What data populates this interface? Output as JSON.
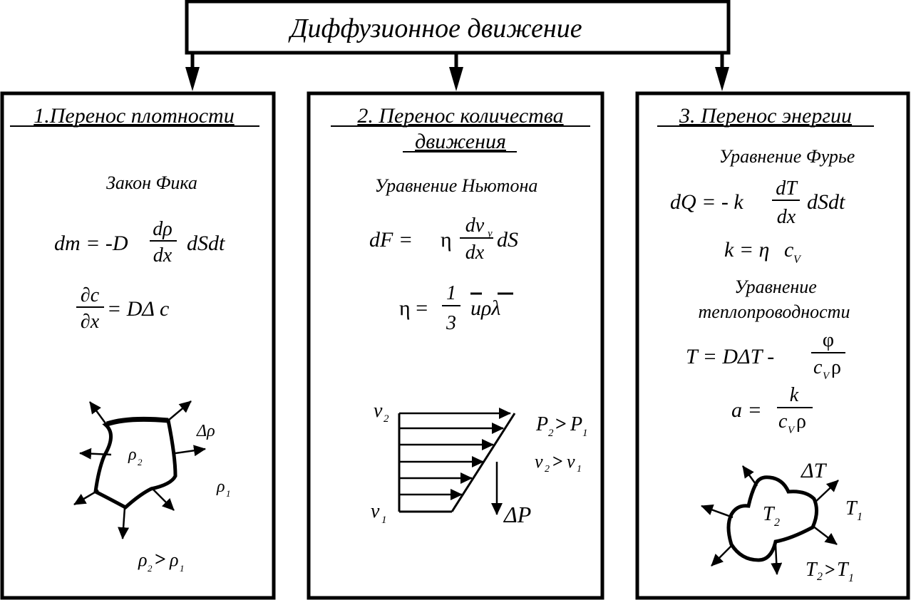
{
  "title": "Диффузионное движение",
  "panels": [
    {
      "heading": "1.Перенос плотности",
      "law": "Закон Фика",
      "eq1": {
        "lhs": "dm = -D",
        "num": "dρ",
        "den": "dx",
        "rhs": "dSdt"
      },
      "eq2": {
        "num": "∂c",
        "den": "∂x",
        "rhs": "= DΔ c"
      },
      "diagram": {
        "inner": "ρ",
        "inner_sub": "2",
        "delta": "Δρ",
        "outer": "ρ",
        "outer_sub": "1",
        "relation": {
          "a": "ρ",
          "a_sub": "2",
          "op": ">",
          "b": "ρ",
          "b_sub": "1"
        }
      }
    },
    {
      "heading_line1": "2. Перенос количества",
      "heading_line2": "движения",
      "law": "Уравнение Ньютона",
      "eq1": {
        "lhs": "dF =",
        "eta": "η",
        "num": "dv",
        "num_sub": "y",
        "den": "dx",
        "rhs": "dS"
      },
      "eq2": {
        "lhs": "η =",
        "num": "1",
        "den": "3",
        "rhs": "uρλ"
      },
      "diagram": {
        "top": "v",
        "top_sub": "2",
        "bottom": "v",
        "bottom_sub": "1",
        "p_rel": {
          "a": "P",
          "a_sub": "2",
          "op": ">",
          "b": "P",
          "b_sub": "1"
        },
        "v_rel": {
          "a": "v",
          "a_sub": "2",
          "op": ">",
          "b": "v",
          "b_sub": "1"
        },
        "delta": "ΔP"
      }
    },
    {
      "heading": "3. Перенос энергии",
      "law": "Уравнение Фурье",
      "eq1": {
        "lhs": "dQ = - k",
        "num": "dT",
        "den": "dx",
        "rhs": "dSdt"
      },
      "eq2": {
        "lhs": "k = η",
        "c": "c",
        "c_sub": "V"
      },
      "law2_line1": "Уравнение",
      "law2_line2": "теплопроводности",
      "eq3": {
        "lhs": "T =  DΔT -",
        "num": "φ",
        "den_c": "c",
        "den_sub": "V",
        "den_rho": "ρ"
      },
      "eq4": {
        "lhs": "a =",
        "num": "k",
        "den_c": "c",
        "den_sub": "V",
        "den_rho": "ρ"
      },
      "diagram": {
        "inner": "T",
        "inner_sub": "2",
        "delta": "ΔT",
        "outer": "T",
        "outer_sub": "1",
        "relation": {
          "a": "T",
          "a_sub": "2",
          "op": ">",
          "b": "T",
          "b_sub": "1"
        }
      }
    }
  ]
}
